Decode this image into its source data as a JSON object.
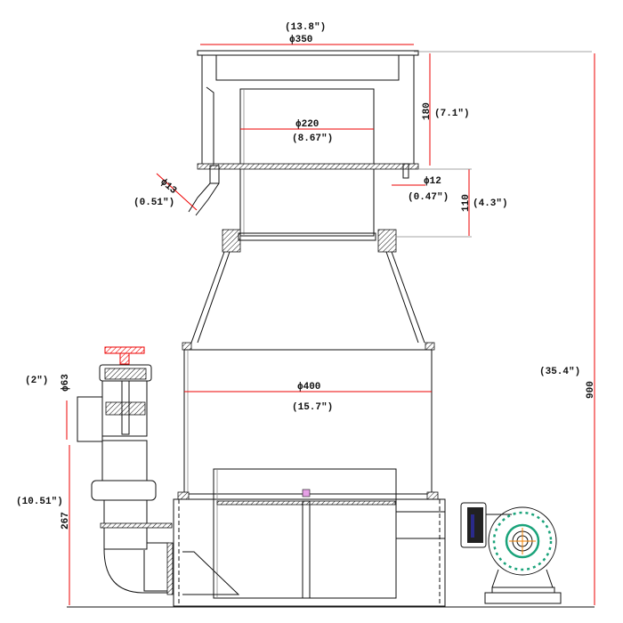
{
  "dimensions": {
    "top_width_in": "(13.8\")",
    "top_width_mm": "ϕ350",
    "upper_height_mm": "180",
    "upper_height_in": "(7.1\")",
    "inner_dia_mm": "ϕ220",
    "inner_dia_in": "(8.67\")",
    "left_port_mm": "ϕ13",
    "left_port_in": "(0.51\")",
    "right_port_mm": "ϕ12",
    "right_port_in": "(0.47\")",
    "neck_height_mm": "110",
    "neck_height_in": "(4.3\")",
    "body_dia_mm": "ϕ400",
    "body_dia_in": "(15.7\")",
    "pipe_dia_in": "(2\")",
    "pipe_dia_mm": "ϕ63",
    "total_height_in": "(35.4\")",
    "total_height_mm": "900",
    "outlet_height_in": "(10.51\")",
    "outlet_height_mm": "267"
  },
  "colors": {
    "dimension": "#e00000",
    "pump_accent": "#1aa37a",
    "center_mark": "#f08000"
  }
}
